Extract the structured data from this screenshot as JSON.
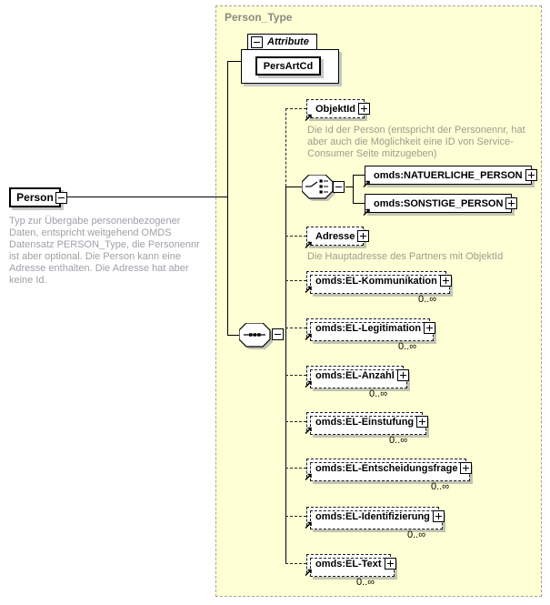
{
  "root_element": {
    "label": "Person",
    "annotation": "Typ zur Übergabe personenbezogener Daten, entspricht weitgehend OMDS Datensatz PERSON_Type, die Personennr ist aber optional. Die Person kann eine Adresse enthalten. Die Adresse hat aber keine Id."
  },
  "type_container": {
    "label": "Person_Type"
  },
  "attributes": {
    "header": "Attribute",
    "items": [
      {
        "label": "PersArtCd"
      }
    ],
    "persartcd_label": "PersArtCd"
  },
  "elements": {
    "objektid": {
      "label": "ObjektId",
      "annotation": "Die Id der Person (entspricht der Personennr, hat aber auch die Möglichkeit eine ID von Service-Consumer Seite mitzugeben)"
    },
    "natuerliche_person": {
      "label": "omds:NATUERLICHE_PERSON"
    },
    "sonstige_person": {
      "label": "omds:SONSTIGE_PERSON"
    },
    "adresse": {
      "label": "Adresse",
      "annotation": "Die Hauptadresse des Partners mit ObjektId"
    },
    "el_kommunikation": {
      "label": "omds:EL-Kommunikation",
      "cardinality": "0..∞"
    },
    "el_legitimation": {
      "label": "omds:EL-Legitimation",
      "cardinality": "0..∞"
    },
    "el_anzahl": {
      "label": "omds:EL-Anzahl",
      "cardinality": "0..∞"
    },
    "el_einstufung": {
      "label": "omds:EL-Einstufung",
      "cardinality": "0..∞"
    },
    "el_entscheidungsfrage": {
      "label": "omds:EL-Entscheidungsfrage",
      "cardinality": "0..∞"
    },
    "el_identifizierung": {
      "label": "omds:EL-Identifizierung",
      "cardinality": "0..∞"
    },
    "el_text": {
      "label": "omds:EL-Text",
      "cardinality": "0..∞"
    }
  }
}
